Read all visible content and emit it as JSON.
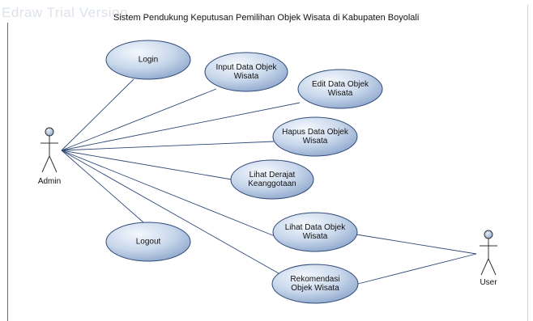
{
  "diagram": {
    "watermark": "Edraw Trial Version",
    "title": "Sistem Pendukung Keputusan Pemilihan Objek Wisata di Kabupaten Boyolali",
    "actors": [
      {
        "id": "admin",
        "label": "Admin"
      },
      {
        "id": "user",
        "label": "User"
      }
    ],
    "use_cases": [
      {
        "id": "login",
        "label": "Login"
      },
      {
        "id": "input",
        "label": "Input Data Objek Wisata"
      },
      {
        "id": "edit",
        "label": "Edit Data Objek Wisata"
      },
      {
        "id": "hapus",
        "label": "Hapus Data Objek Wisata"
      },
      {
        "id": "derajat",
        "label": "Lihat Derajat Keanggotaan"
      },
      {
        "id": "logout",
        "label": "Logout"
      },
      {
        "id": "lihat",
        "label": "Lihat Data Objek Wisata"
      },
      {
        "id": "rekomendasi",
        "label": "Rekomendasi Objek Wisata"
      }
    ],
    "associations": [
      {
        "from": "admin",
        "to": "login"
      },
      {
        "from": "admin",
        "to": "input"
      },
      {
        "from": "admin",
        "to": "edit"
      },
      {
        "from": "admin",
        "to": "hapus"
      },
      {
        "from": "admin",
        "to": "derajat"
      },
      {
        "from": "admin",
        "to": "logout"
      },
      {
        "from": "admin",
        "to": "lihat"
      },
      {
        "from": "admin",
        "to": "rekomendasi"
      },
      {
        "from": "user",
        "to": "lihat"
      },
      {
        "from": "user",
        "to": "rekomendasi"
      }
    ],
    "colors": {
      "ellipse_fill_light": "#e6eef8",
      "ellipse_fill_dark": "#8fa8cc",
      "stroke": "#2f4a78",
      "line": "#2f4a78"
    }
  }
}
